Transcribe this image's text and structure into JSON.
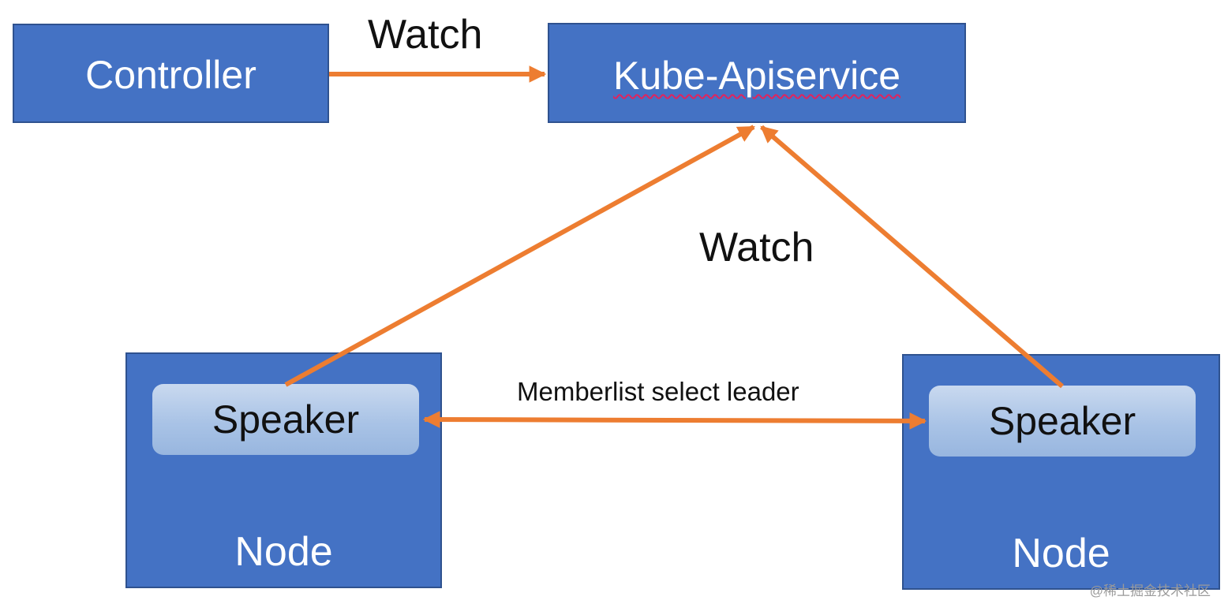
{
  "boxes": {
    "controller": "Controller",
    "apiservice": "Kube-Apiservice",
    "node_left": "Node",
    "node_right": "Node",
    "speaker_left": "Speaker",
    "speaker_right": "Speaker"
  },
  "edge_labels": {
    "watch_top": "Watch",
    "watch_mid": "Watch",
    "memberlist": "Memberlist select leader"
  },
  "watermark": "@稀土掘金技术社区",
  "colors": {
    "box_fill": "#4472c4",
    "box_border": "#2f528f",
    "arrow": "#ed7d31",
    "speaker_fill": "#a9c3e6"
  }
}
